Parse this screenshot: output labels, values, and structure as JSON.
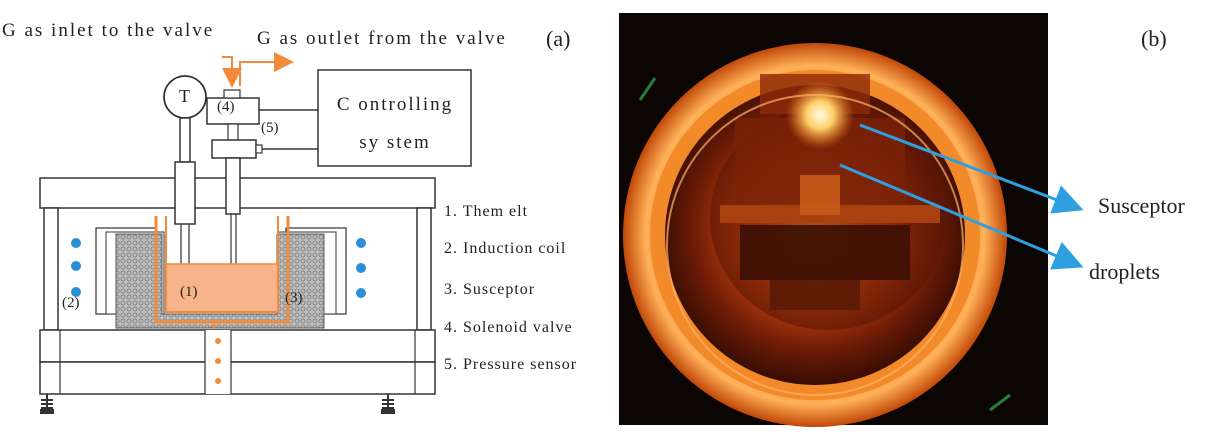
{
  "panel_a": {
    "letter": "(a)",
    "gas_inlet": "G as inlet to the valve",
    "gas_outlet": "G as outlet from  the valve",
    "thermometer": "T",
    "controller_line1": "C ontrolling",
    "controller_line2": "sy stem",
    "callouts": [
      "(1)",
      "(2)",
      "(3)",
      "(4)",
      "(5)"
    ],
    "legend": [
      "1. Them elt",
      "2. Induction coil",
      "3. Susceptor",
      "4. Solenoid valve",
      "5. Pressure sensor"
    ],
    "colors": {
      "orange": "#f28a3a",
      "melt": "#f7b48a",
      "coil": "#2a8fd6",
      "line": "#333333"
    }
  },
  "panel_b": {
    "letter": "(b)",
    "labels": [
      "Susceptor",
      "droplets"
    ],
    "colors": {
      "arrow": "#2f9fe0"
    }
  }
}
